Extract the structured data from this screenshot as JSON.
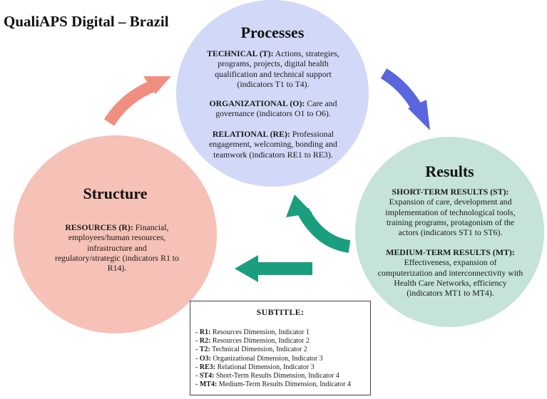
{
  "title": "QualiAPS Digital – Brazil",
  "processes": {
    "title": "Processes",
    "technical": {
      "label": "TECHNICAL (T):",
      "text": " Actions, strategies, programs, projects, digital health qualification and technical support (indicators T1 to T4)."
    },
    "organizational": {
      "label": "ORGANIZATIONAL (O):",
      "text": " Care and governance (indicators O1 to O6)."
    },
    "relational": {
      "label": "RELATIONAL (RE):",
      "text": " Professional engagement, welcoming, bonding and teamwork (indicators RE1 to RE3)."
    }
  },
  "structure": {
    "title": "Structure",
    "resources": {
      "label": "RESOURCES (R):",
      "text": " Financial, employees/human resources, infrastructure and regulatory/strategic (indicators R1 to R14)."
    }
  },
  "results": {
    "title": "Results",
    "short_term": {
      "label": "SHORT-TERM RESULTS (ST):",
      "text": "Expansion of care, development and implementation of technological tools, training programs, protagonism of the actors (indicators ST1 to ST6)."
    },
    "medium_term": {
      "label": "MEDIUM-TERM RESULTS (MT):",
      "text": "Effectiveness, expansion of computerization and interconnectivity with Health Care Networks, efficiency (indicators MT1 to MT4)."
    }
  },
  "legend": {
    "title": "SUBTITLE:",
    "items": [
      {
        "code": "R1:",
        "text": " Resources Dimension, Indicator 1"
      },
      {
        "code": "R2:",
        "text": " Resources Dimension, Indicator 2"
      },
      {
        "code": "T2:",
        "text": " Technical Dimension, Indicator 2"
      },
      {
        "code": "O3:",
        "text": " Organizational Dimension, Indicator 3"
      },
      {
        "code": "RE3:",
        "text": " Relational Dimension, Indicator 3"
      },
      {
        "code": "ST4:",
        "text": " Short-Term Results Dimension, Indicator 4"
      },
      {
        "code": "MT4:",
        "text": " Medium-Term Results Dimension, Indicator 4"
      }
    ]
  },
  "colors": {
    "processes": "#d2d8f7",
    "structure": "#f6c1b7",
    "results": "#c5e3d8",
    "arrow_salmon": "#f08f80",
    "arrow_blue": "#5a66dd",
    "arrow_teal": "#1b9e7d"
  }
}
